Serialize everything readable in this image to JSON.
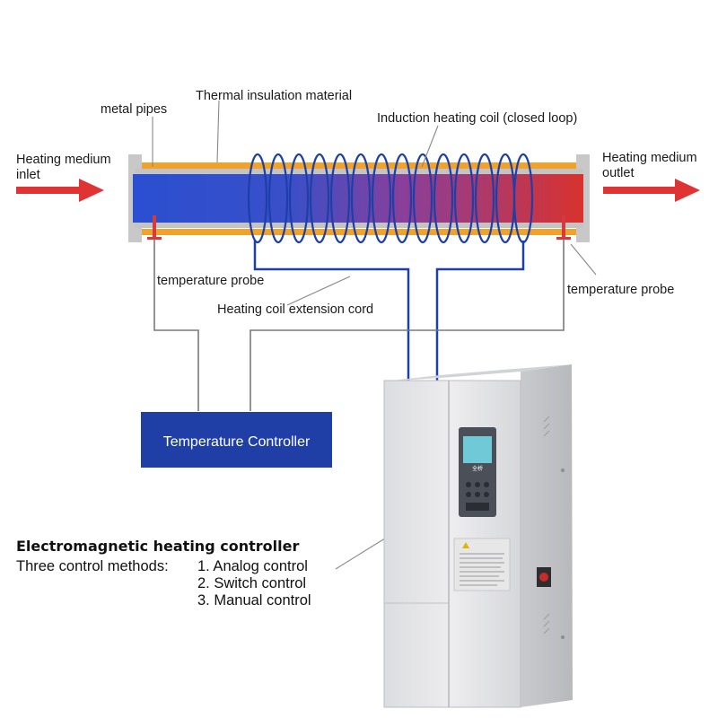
{
  "labels": {
    "metal_pipes": "metal pipes",
    "insulation": "Thermal insulation material",
    "coil": "Induction heating coil (closed loop)",
    "inlet_line1": "Heating medium",
    "inlet_line2": "inlet",
    "outlet_line1": "Heating medium",
    "outlet_line2": "outlet",
    "probe_left": "temperature probe",
    "probe_right": "temperature probe",
    "extension_cord": "Heating coil extension cord"
  },
  "temperature_controller": {
    "label": "Temperature Controller"
  },
  "electromagnetic_controller": {
    "title": "Electromagnetic heating controller",
    "methods_prefix": "Three control methods:",
    "methods": [
      "1. Analog control",
      "2. Switch control",
      "3. Manual control"
    ],
    "display_badge": "全桥"
  },
  "colors": {
    "arrow": "#e03434",
    "coil": "#1d3fa8",
    "insulation": "#f2a12b",
    "medium_cold": "#2a4fd0",
    "medium_hot": "#d8322e",
    "controller_box": "#1f3fa6",
    "wire": "#7a7a7a"
  },
  "icons": [
    "right-arrow-icon",
    "probe-marker-icon"
  ]
}
